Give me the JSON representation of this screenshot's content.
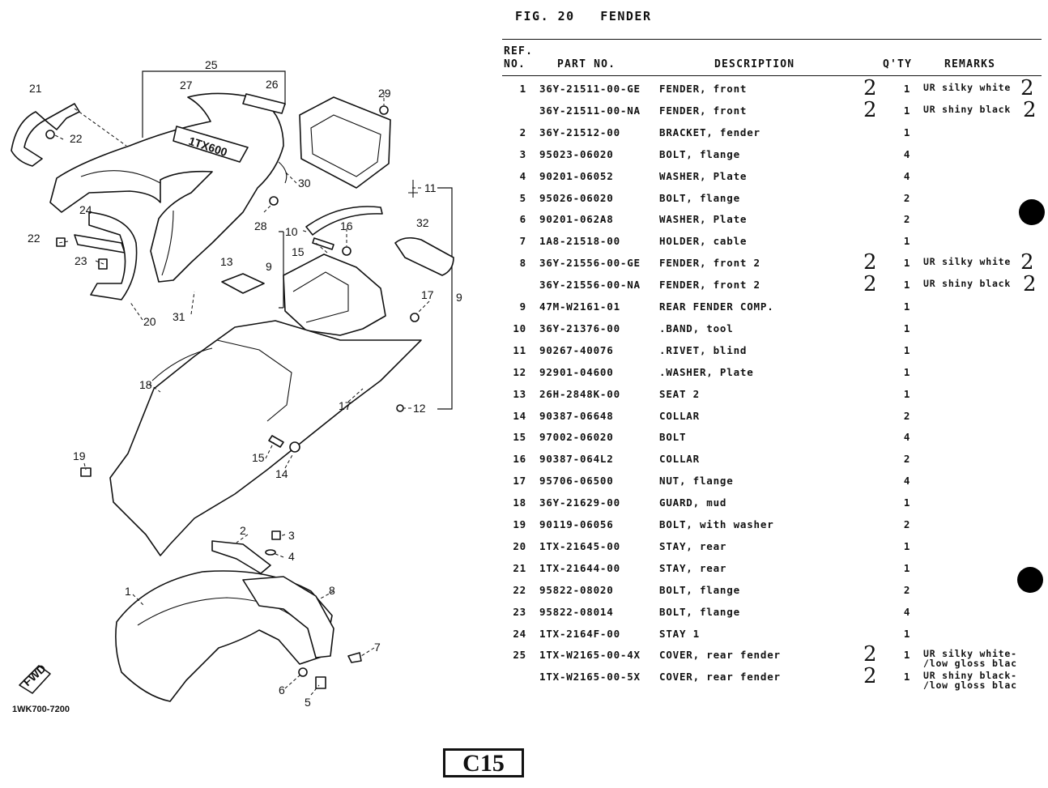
{
  "figure": {
    "title": "FIG. 20   FENDER"
  },
  "header": {
    "ref_label": "REF.",
    "no_label": "NO.",
    "part_no_label": "PART NO.",
    "description_label": "DESCRIPTION",
    "qty_label": "Q'TY",
    "remarks_label": "REMARKS"
  },
  "rows": [
    {
      "no": "1",
      "part": "36Y-21511-00-GE",
      "desc": "FENDER, front",
      "qty": "1",
      "remarks": "UR silky white",
      "hand": "2",
      "hand2": "2"
    },
    {
      "no": "",
      "part": "36Y-21511-00-NA",
      "desc": "FENDER, front",
      "qty": "1",
      "remarks": "UR shiny black",
      "hand": "2",
      "hand2": "2"
    },
    {
      "no": "2",
      "part": "36Y-21512-00",
      "desc": "BRACKET, fender",
      "qty": "1",
      "remarks": "",
      "hand": "",
      "hand2": ""
    },
    {
      "no": "3",
      "part": "95023-06020",
      "desc": "BOLT, flange",
      "qty": "4",
      "remarks": "",
      "hand": "",
      "hand2": ""
    },
    {
      "no": "4",
      "part": "90201-06052",
      "desc": "WASHER, Plate",
      "qty": "4",
      "remarks": "",
      "hand": "",
      "hand2": ""
    },
    {
      "no": "5",
      "part": "95026-06020",
      "desc": "BOLT, flange",
      "qty": "2",
      "remarks": "",
      "hand": "",
      "hand2": ""
    },
    {
      "no": "6",
      "part": "90201-062A8",
      "desc": "WASHER, Plate",
      "qty": "2",
      "remarks": "",
      "hand": "",
      "hand2": ""
    },
    {
      "no": "7",
      "part": "1A8-21518-00",
      "desc": "HOLDER, cable",
      "qty": "1",
      "remarks": "",
      "hand": "",
      "hand2": ""
    },
    {
      "no": "8",
      "part": "36Y-21556-00-GE",
      "desc": "FENDER, front 2",
      "qty": "1",
      "remarks": "UR silky white",
      "hand": "2",
      "hand2": "2"
    },
    {
      "no": "",
      "part": "36Y-21556-00-NA",
      "desc": "FENDER, front 2",
      "qty": "1",
      "remarks": "UR shiny black",
      "hand": "2",
      "hand2": "2"
    },
    {
      "no": "9",
      "part": "47M-W2161-01",
      "desc": "REAR FENDER COMP.",
      "qty": "1",
      "remarks": "",
      "hand": "",
      "hand2": ""
    },
    {
      "no": "10",
      "part": "36Y-21376-00",
      "desc": ".BAND, tool",
      "qty": "1",
      "remarks": "",
      "hand": "",
      "hand2": ""
    },
    {
      "no": "11",
      "part": "90267-40076",
      "desc": ".RIVET, blind",
      "qty": "1",
      "remarks": "",
      "hand": "",
      "hand2": ""
    },
    {
      "no": "12",
      "part": "92901-04600",
      "desc": ".WASHER, Plate",
      "qty": "1",
      "remarks": "",
      "hand": "",
      "hand2": ""
    },
    {
      "no": "13",
      "part": "26H-2848K-00",
      "desc": "SEAT 2",
      "qty": "1",
      "remarks": "",
      "hand": "",
      "hand2": ""
    },
    {
      "no": "14",
      "part": "90387-06648",
      "desc": "COLLAR",
      "qty": "2",
      "remarks": "",
      "hand": "",
      "hand2": ""
    },
    {
      "no": "15",
      "part": "97002-06020",
      "desc": "BOLT",
      "qty": "4",
      "remarks": "",
      "hand": "",
      "hand2": ""
    },
    {
      "no": "16",
      "part": "90387-064L2",
      "desc": "COLLAR",
      "qty": "2",
      "remarks": "",
      "hand": "",
      "hand2": ""
    },
    {
      "no": "17",
      "part": "95706-06500",
      "desc": "NUT, flange",
      "qty": "4",
      "remarks": "",
      "hand": "",
      "hand2": ""
    },
    {
      "no": "18",
      "part": "36Y-21629-00",
      "desc": "GUARD, mud",
      "qty": "1",
      "remarks": "",
      "hand": "",
      "hand2": ""
    },
    {
      "no": "19",
      "part": "90119-06056",
      "desc": "BOLT, with washer",
      "qty": "2",
      "remarks": "",
      "hand": "",
      "hand2": ""
    },
    {
      "no": "20",
      "part": "1TX-21645-00",
      "desc": "STAY, rear",
      "qty": "1",
      "remarks": "",
      "hand": "",
      "hand2": ""
    },
    {
      "no": "21",
      "part": "1TX-21644-00",
      "desc": "STAY, rear",
      "qty": "1",
      "remarks": "",
      "hand": "",
      "hand2": ""
    },
    {
      "no": "22",
      "part": "95822-08020",
      "desc": "BOLT, flange",
      "qty": "2",
      "remarks": "",
      "hand": "",
      "hand2": ""
    },
    {
      "no": "23",
      "part": "95822-08014",
      "desc": "BOLT, flange",
      "qty": "4",
      "remarks": "",
      "hand": "",
      "hand2": ""
    },
    {
      "no": "24",
      "part": "1TX-2164F-00",
      "desc": "STAY 1",
      "qty": "1",
      "remarks": "",
      "hand": "",
      "hand2": ""
    },
    {
      "no": "25",
      "part": "1TX-W2165-00-4X",
      "desc": "COVER, rear fender",
      "qty": "1",
      "remarks": "UR silky white-\n/low gloss blac",
      "hand": "2",
      "hand2": ""
    },
    {
      "no": "",
      "part": "1TX-W2165-00-5X",
      "desc": "COVER, rear fender",
      "qty": "1",
      "remarks": "UR shiny black-\n/low gloss blac",
      "hand": "2",
      "hand2": ""
    }
  ],
  "diagram": {
    "callouts": [
      "1",
      "2",
      "3",
      "4",
      "5",
      "6",
      "7",
      "8",
      "9",
      "10",
      "11",
      "12",
      "13",
      "14",
      "15",
      "16",
      "17",
      "18",
      "19",
      "20",
      "21",
      "22",
      "23",
      "24",
      "25",
      "26",
      "27",
      "28",
      "29",
      "30",
      "31",
      "32"
    ],
    "fwd_label": "FWD",
    "fender_logo": "1TX600",
    "code": "1WK700-7200"
  },
  "page": {
    "number": "C15"
  }
}
